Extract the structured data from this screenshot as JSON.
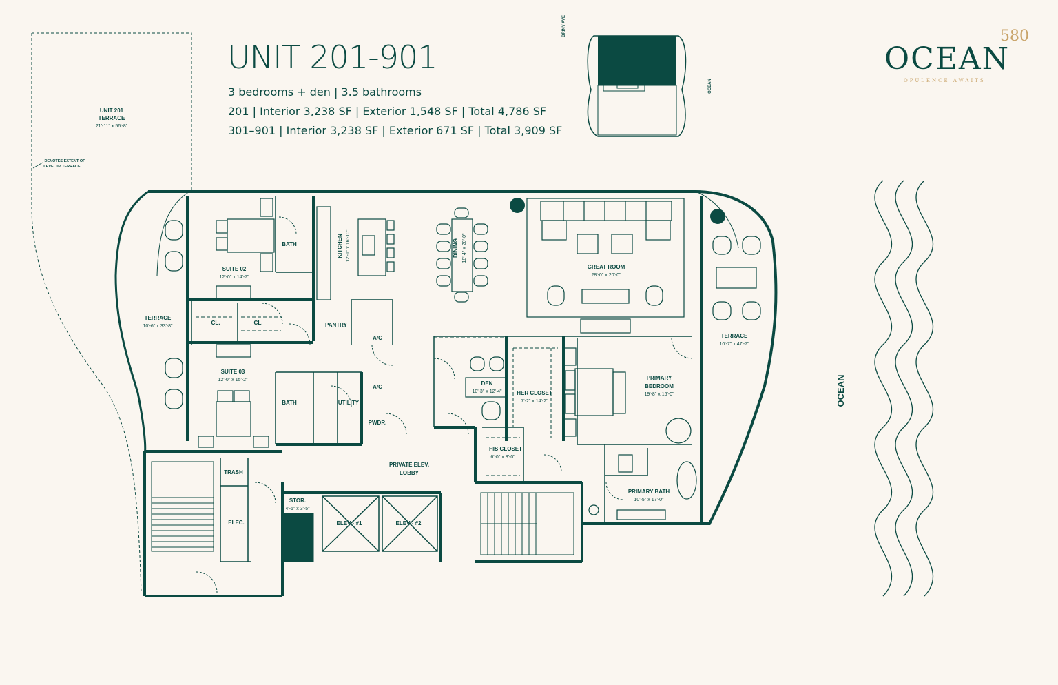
{
  "header": {
    "title": "UNIT 201-901",
    "line1": "3 bedrooms + den | 3.5 bathrooms",
    "line2": "201 | Interior 3,238 SF | Exterior 1,548 SF | Total 4,786 SF",
    "line3": "301–901 | Interior 3,238 SF | Exterior 671 SF | Total 3,909 SF"
  },
  "brand": {
    "number": "580",
    "name": "OCEAN",
    "tagline": "OPULENCE AWAITS"
  },
  "keyplan": {
    "street": "BRINY AVE",
    "ocean": "OCEAN"
  },
  "upper_terrace": {
    "name": "UNIT 201",
    "label": "TERRACE",
    "dim": "21'-11\" x 56'-8\"",
    "note1": "DENOTES EXTENT OF",
    "note2": "LEVEL 02 TERRACE"
  },
  "rooms": {
    "suite02": {
      "name": "SUITE 02",
      "dim": "12'-0\" x 14'-7\""
    },
    "suite03": {
      "name": "SUITE 03",
      "dim": "12'-0\" x 15'-2\""
    },
    "terrace_w": {
      "name": "TERRACE",
      "dim": "10'-6\" x 33'-8\""
    },
    "terrace_e": {
      "name": "TERRACE",
      "dim": "10'-7\" x 47'-7\""
    },
    "kitchen": {
      "name": "KITCHEN",
      "dim": "12'-1\" x 16'-10\""
    },
    "dining": {
      "name": "DINING",
      "dim": "18'-4\" x 20'-0\""
    },
    "great_room": {
      "name": "GREAT ROOM",
      "dim": "28'-0\" x 20'-0\""
    },
    "den": {
      "name": "DEN",
      "dim": "10'-3\" x 12'-4\""
    },
    "her_closet": {
      "name": "HER CLOSET",
      "dim": "7'-2\" x 14'-2\""
    },
    "his_closet": {
      "name": "HIS CLOSET",
      "dim": "6'-0\" x 8'-0\""
    },
    "primary_bedroom": {
      "name1": "PRIMARY",
      "name2": "BEDROOM",
      "dim": "19'-8\" x 16'-0\""
    },
    "primary_bath": {
      "name": "PRIMARY BATH",
      "dim": "10'-5\" x 17'-0\""
    },
    "lobby": {
      "name1": "PRIVATE ELEV.",
      "name2": "LOBBY"
    },
    "stor": {
      "name": "STOR.",
      "dim": "4'-6\" x 3'-5\""
    },
    "bath1": "BATH",
    "bath2": "BATH",
    "cl1": "CL.",
    "cl2": "CL.",
    "pantry": "PANTRY",
    "ac1": "A/C",
    "ac2": "A/C",
    "utility": "UTILITY",
    "pwdr": "PWDR.",
    "trash": "TRASH",
    "elec": "ELEC.",
    "elev1": "ELEV - #1",
    "elev2": "ELEV - #2"
  },
  "ocean_label": "OCEAN",
  "colors": {
    "ink": "#0b4a42",
    "gold": "#c9a46a",
    "paper": "#faf6f0"
  }
}
